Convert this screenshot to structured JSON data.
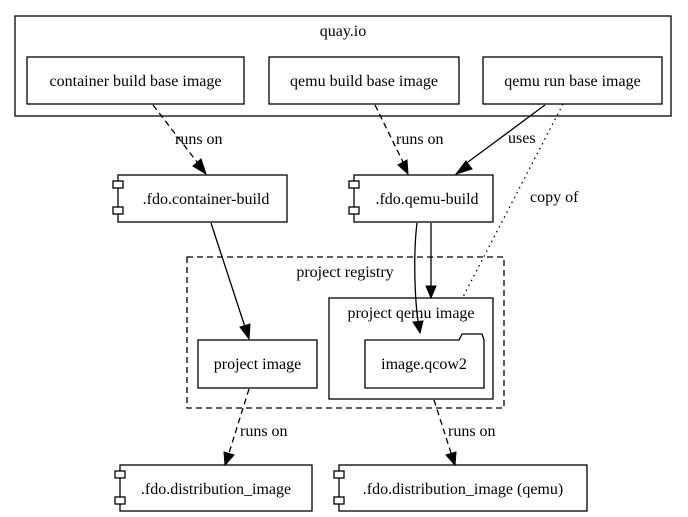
{
  "clusters": {
    "quay": {
      "label": "quay.io"
    },
    "project_registry": {
      "label": "project registry"
    },
    "project_qemu_image": {
      "label": "project qemu image"
    }
  },
  "nodes": {
    "container_build_base": {
      "label": "container build base image"
    },
    "qemu_build_base": {
      "label": "qemu build base image"
    },
    "qemu_run_base": {
      "label": "qemu run base image"
    },
    "fdo_container_build": {
      "label": ".fdo.container-build"
    },
    "fdo_qemu_build": {
      "label": ".fdo.qemu-build"
    },
    "project_image": {
      "label": "project image"
    },
    "image_qcow2": {
      "label": "image.qcow2"
    },
    "fdo_distribution_image": {
      "label": ".fdo.distribution_image"
    },
    "fdo_distribution_image_qemu": {
      "label": ".fdo.distribution_image (qemu)"
    }
  },
  "edges": {
    "container_runs_on": {
      "label": "runs on"
    },
    "qemu_runs_on": {
      "label": "runs on"
    },
    "uses": {
      "label": "uses"
    },
    "copy_of": {
      "label": "copy of"
    },
    "project_runs_on": {
      "label": "runs on"
    },
    "qcow2_runs_on": {
      "label": "runs on"
    }
  }
}
